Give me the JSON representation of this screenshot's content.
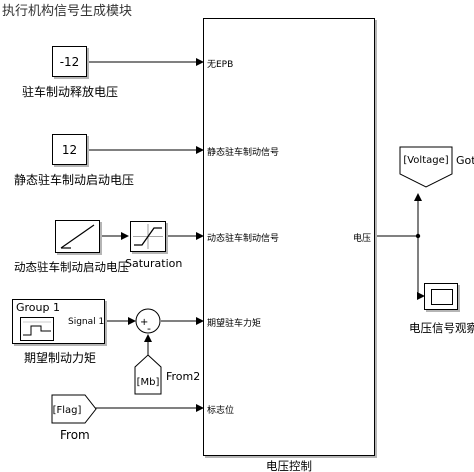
{
  "title": "执行机构信号生成模块",
  "blocks": {
    "release_const": {
      "value": "-12",
      "label": "驻车制动释放电压"
    },
    "static_const": {
      "value": "12",
      "label": "静态驻车制动启动电压"
    },
    "ramp": {
      "label": "动态驻车制动启动电压"
    },
    "saturation": {
      "label": "Saturation"
    },
    "signal_builder": {
      "group": "Group 1",
      "port": "Signal 1",
      "label": "期望制动力矩"
    },
    "sum": {
      "sign_plus": "+",
      "sign_minus": "-"
    },
    "from_mb": {
      "tag": "[Mb]",
      "label": "From2"
    },
    "from_flag": {
      "tag": "[Flag]",
      "label": "From"
    },
    "subsystem": {
      "inputs": [
        "无EPB",
        "静态驻车制动信号",
        "动态驻车制动信号",
        "期望驻车力矩",
        "标志位"
      ],
      "output": "电压",
      "label": "电压控制"
    },
    "goto_voltage": {
      "tag": "[Voltage]",
      "label": "Got"
    },
    "scope": {
      "label": "电压信号观察"
    }
  }
}
